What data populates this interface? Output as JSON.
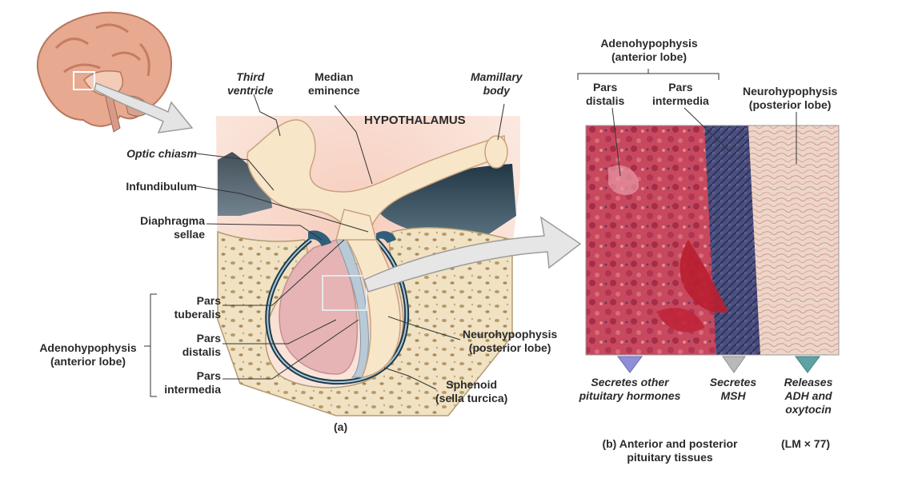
{
  "left_panel": {
    "third_ventricle": [
      "Third",
      "ventricle"
    ],
    "median_eminence": [
      "Median",
      "eminence"
    ],
    "mamillary_body": [
      "Mamillary",
      "body"
    ],
    "hypothalamus": "HYPOTHALAMUS",
    "optic_chiasm": "Optic chiasm",
    "infundibulum": "Infundibulum",
    "diaphragma_sellae": [
      "Diaphragma",
      "sellae"
    ],
    "pars_tuberalis": [
      "Pars",
      "tuberalis"
    ],
    "pars_distalis": [
      "Pars",
      "distalis"
    ],
    "pars_intermedia": [
      "Pars",
      "intermedia"
    ],
    "adenohypophysis": [
      "Adenohypophysis",
      "(anterior lobe)"
    ],
    "neurohypophysis": [
      "Neurohypophysis",
      "(posterior lobe)"
    ],
    "sphenoid": [
      "Sphenoid",
      "(sella turcica)"
    ],
    "caption": "(a)"
  },
  "right_panel": {
    "adenohypophysis": [
      "Adenohypophysis",
      "(anterior lobe)"
    ],
    "pars_distalis": [
      "Pars",
      "distalis"
    ],
    "pars_intermedia": [
      "Pars",
      "intermedia"
    ],
    "neurohypophysis": [
      "Neurohypophysis",
      "(posterior lobe)"
    ],
    "secretes_other": [
      "Secretes other",
      "pituitary hormones"
    ],
    "secretes_msh": [
      "Secretes",
      "MSH"
    ],
    "releases": [
      "Releases",
      "ADH and",
      "oxytocin"
    ],
    "caption": [
      "(b) Anterior and posterior",
      "pituitary tissues"
    ],
    "magnification": "(LM × 77)"
  },
  "colors": {
    "tissue_pink": "#c8485e",
    "tissue_blue": "#3e4a78",
    "neuro_pale": "#ecd3c8",
    "bone": "#f0e2c2",
    "hypothalamus_bg": "#f2c3b2",
    "dark_space": "#3c5566"
  }
}
